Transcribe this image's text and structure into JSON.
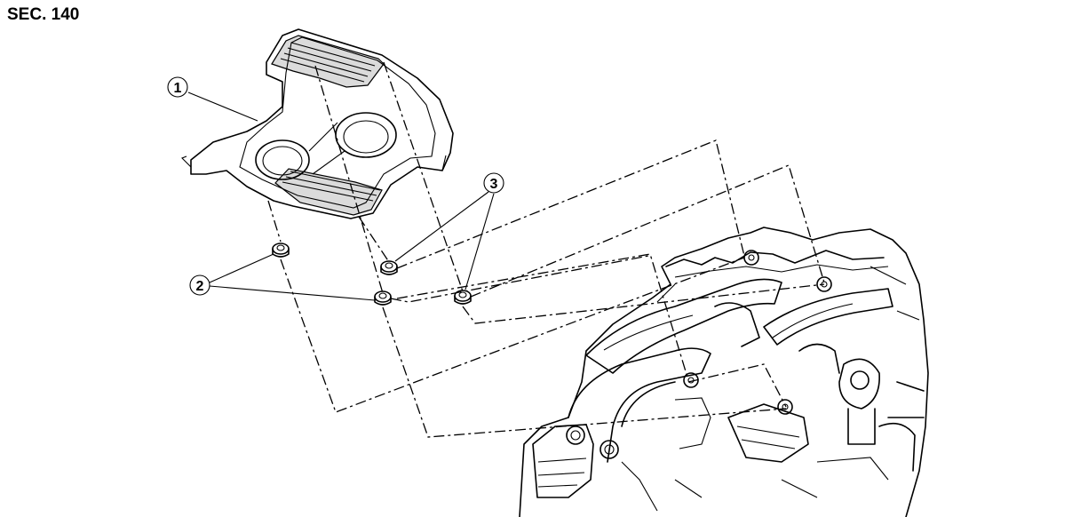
{
  "diagram": {
    "section_label": "SEC. 140",
    "callouts": [
      {
        "id": "c1",
        "label": "1"
      },
      {
        "id": "c2",
        "label": "2"
      },
      {
        "id": "c3",
        "label": "3"
      }
    ]
  }
}
